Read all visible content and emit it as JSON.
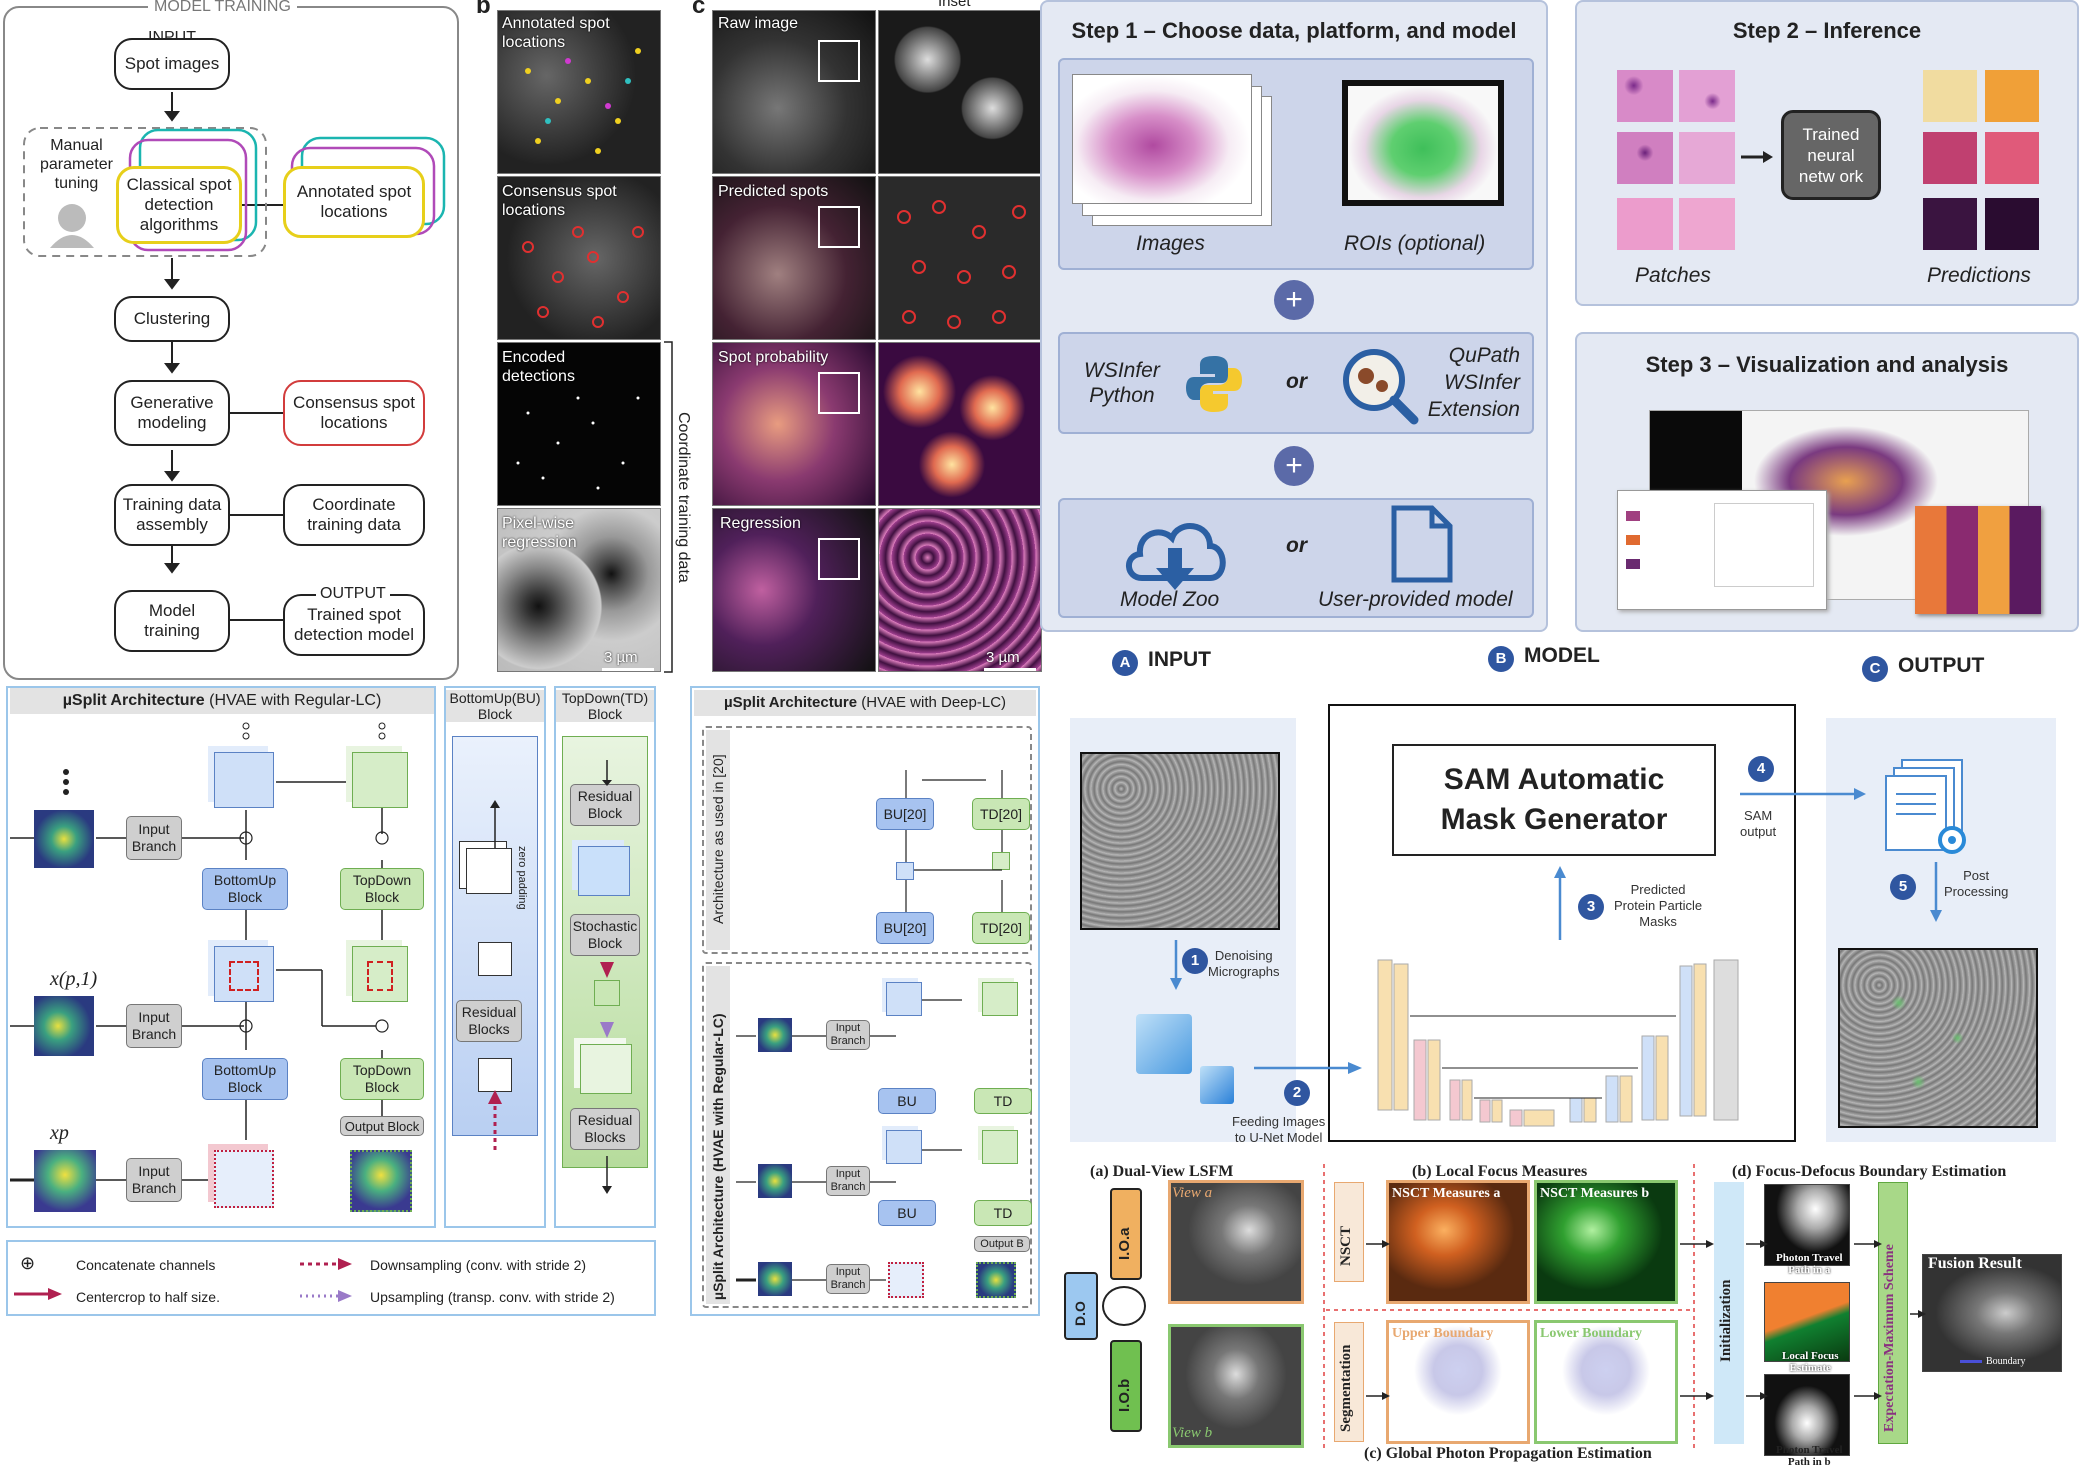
{
  "panel_a": {
    "title": "MODEL TRAINING",
    "input_label": "INPUT",
    "spot_images": "Spot images",
    "manual_tuning": "Manual\nparameter\ntuning",
    "classical": "Classical spot\ndetection\nalgorithms",
    "annotated": "Annotated spot\nlocations",
    "clustering": "Clustering",
    "generative": "Generative\nmodeling",
    "consensus": "Consensus spot\nlocations",
    "training_assembly": "Training data\nassembly",
    "coordinate_training": "Coordinate\ntraining data",
    "model_training": "Model\ntraining",
    "output_label": "OUTPUT",
    "trained_model": "Trained spot\ndetection model"
  },
  "panel_b": {
    "letter": "b",
    "labels": [
      "Annotated spot\nlocations",
      "Consensus spot\nlocations",
      "Encoded\ndetections",
      "Pixel-wise\nregression"
    ],
    "side_label": "Coordinate training data",
    "scale": "3 µm"
  },
  "panel_c": {
    "letter": "c",
    "inset": "Inset",
    "labels": [
      "Raw image",
      "Predicted spots",
      "Spot probability",
      "Regression"
    ],
    "scale": "3 µm"
  },
  "wsinfer": {
    "step1": "Step 1 – Choose data, platform, and model",
    "images": "Images",
    "rois": "ROIs (optional)",
    "wsinfer_python": "WSInfer\nPython",
    "or": "or",
    "qupath": "QuPath\nWSInfer\nExtension",
    "model_zoo": "Model Zoo",
    "user_model": "User-provided model",
    "step2": "Step 2 – Inference",
    "trained_nn": "Trained\nneural\nnetw ork",
    "patches": "Patches",
    "predictions": "Predictions",
    "step3": "Step 3 – Visualization and analysis",
    "plus": "+"
  },
  "usplit1": {
    "title_bold": "µSplit Architecture",
    "title_rest": " (HVAE with Regular-LC)",
    "input_branch": "Input\nBranch",
    "bottomup": "BottomUp\nBlock",
    "topdown": "TopDown\nBlock",
    "output_block": "Output Block",
    "x_p1": "x(p,1)",
    "x_p": "xp"
  },
  "bu_block": {
    "title": "BottomUp(BU)\nBlock",
    "residual": "Residual\nBlocks",
    "zero_pad": "zero padding"
  },
  "td_block": {
    "title": "TopDown(TD)\nBlock",
    "residual_block": "Residual\nBlock",
    "stochastic": "Stochastic\nBlock",
    "residual_blocks": "Residual\nBlocks"
  },
  "legend": {
    "concat": "Concatenate channels",
    "crop": "Centercrop to half size.",
    "down": "Downsampling (conv. with stride 2)",
    "up": "Upsampling (transp. conv. with stride 2)",
    "concat_sym": "⊕"
  },
  "usplit2": {
    "title_bold": "µSplit Architecture",
    "title_rest": " (HVAE with Deep-LC)",
    "side_top": "Architecture as used in [20]",
    "side_bottom": "µSplit Architecture (HVAE with Regular-LC)",
    "bu20": "BU[20]",
    "td20": "TD[20]",
    "bu": "BU",
    "td": "TD",
    "input_branch": "Input\nBranch",
    "output_b": "Output B"
  },
  "sam": {
    "a_letter": "A",
    "input": "INPUT",
    "b_letter": "B",
    "model": "MODEL",
    "c_letter": "C",
    "output": "OUTPUT",
    "generator": "SAM Automatic\nMask Generator",
    "n1": "1",
    "denoise": "Denoising\nMicrographs",
    "n2": "2",
    "feeding": "Feeding Images\nto U-Net Model",
    "n3": "3",
    "predicted": "Predicted\nProtein Particle\nMasks",
    "n4": "4",
    "sam_output": "SAM\noutput",
    "n5": "5",
    "post": "Post\nProcessing"
  },
  "lsfm": {
    "a": "(a) Dual-View LSFM",
    "b": "(b) Local Focus Measures",
    "c": "(c) Global Photon Propagation Estimation",
    "d": "(d) Focus-Defocus Boundary Estimation",
    "view_a": "View a",
    "view_b": "View b",
    "nsct_a": "NSCT Measures a",
    "nsct_b": "NSCT Measures b",
    "upper": "Upper Boundary",
    "lower": "Lower Boundary",
    "nsct": "NSCT",
    "segmentation": "Segmentation",
    "initialization": "Initialization",
    "em": "Expectation-Maximum Scheme",
    "fusion": "Fusion Result",
    "boundary": "Boundary",
    "photon_a": "Photon Travel\nPath in a",
    "local_focus": "Local Focus\nEstimate",
    "photon_b": "Photon Travel\nPath in b",
    "ioa": "I.O.a",
    "iob": "I.O.b",
    "do": "D.O"
  }
}
